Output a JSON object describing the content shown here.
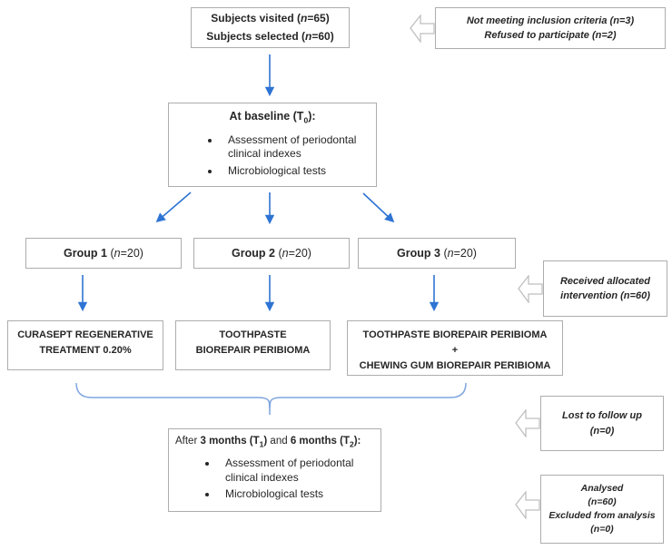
{
  "colors": {
    "flow_arrow_blue": "#2e74d4",
    "brace_blue": "#7fa6e0",
    "box_border_gray": "#adadad",
    "callout_arrow_gray": "#bfbfbf",
    "text": "#262626"
  },
  "subjects_box": {
    "lines": [
      {
        "bold": "Subjects visited",
        "open": " (",
        "n": "n",
        "rest": "=65)"
      },
      {
        "bold": "Subjects selected",
        "open": " (",
        "n": "n",
        "rest": "=60)"
      }
    ]
  },
  "exclusions_box": {
    "lines": [
      "Not meeting inclusion criteria (n=3)",
      "Refused to participate (n=2)"
    ]
  },
  "baseline_box": {
    "title": {
      "pre": "At baseline (T",
      "sub": "0",
      "post": "):"
    },
    "bullets": [
      "Assessment of periodontal clinical indexes",
      "Microbiological tests"
    ]
  },
  "groups": [
    {
      "label": "Group 1",
      "open": " (",
      "n": "n",
      "rest": "=20)"
    },
    {
      "label": "Group 2",
      "open": " (",
      "n": "n",
      "rest": "=20)"
    },
    {
      "label": "Group 3",
      "open": " (",
      "n": "n",
      "rest": "=20)"
    }
  ],
  "received_box": {
    "lines": [
      "Received allocated",
      "intervention (n=60)"
    ]
  },
  "treatments": [
    {
      "lines": [
        "CURASEPT REGENERATIVE",
        "TREATMENT 0.20%"
      ]
    },
    {
      "lines": [
        "TOOTHPASTE",
        "BIOREPAIR PERIBIOMA"
      ]
    },
    {
      "lines": [
        "TOOTHPASTE BIOREPAIR PERIBIOMA",
        "+",
        "CHEWING GUM BIOREPAIR PERIBIOMA"
      ]
    }
  ],
  "after_box": {
    "title": {
      "pre": "After ",
      "b1": "3 months (T",
      "sub1": "1",
      "b1end": ")",
      "mid": " and ",
      "b2": "6 months (T",
      "sub2": "2",
      "b2end": "):"
    },
    "bullets": [
      "Assessment of periodontal clinical indexes",
      "Microbiological tests"
    ]
  },
  "lost_box": {
    "lines": [
      "Lost to follow up",
      "(n=0)"
    ]
  },
  "analysed_box": {
    "lines": [
      "Analysed",
      "(n=60)",
      "Excluded from analysis",
      "(n=0)"
    ]
  }
}
